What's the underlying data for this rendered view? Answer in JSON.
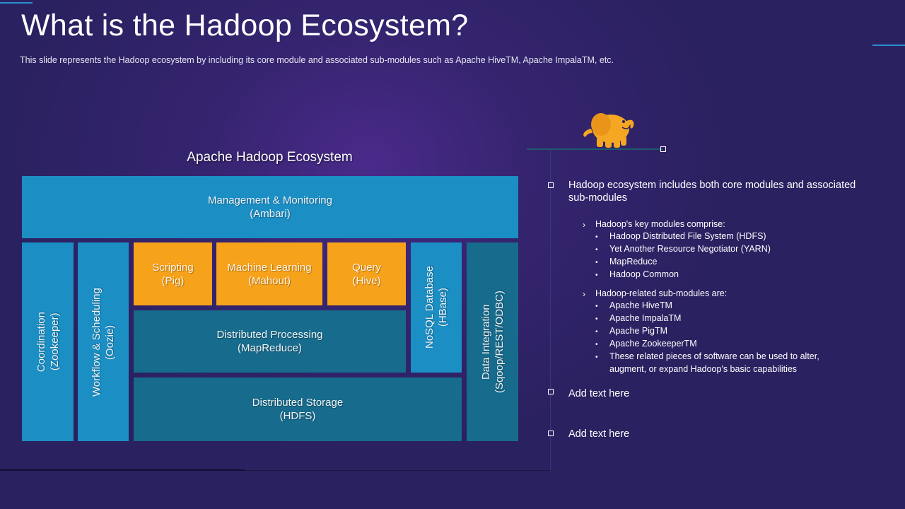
{
  "slide": {
    "title": "What is the Hadoop Ecosystem?",
    "subtitle": "This slide represents the Hadoop ecosystem by including its core module and associated sub-modules such as Apache HiveTM,  Apache ImpalaTM,  etc."
  },
  "diagram": {
    "title": "Apache Hadoop Ecosystem",
    "management": {
      "line1": "Management & Monitoring",
      "line2": "(Ambari)"
    },
    "coordination": {
      "line1": "Coordination",
      "line2": "(Zookeeper)"
    },
    "workflow": {
      "line1": "Workflow & Scheduling",
      "line2": "(Oozie)"
    },
    "scripting": {
      "line1": "Scripting",
      "line2": "(Pig)"
    },
    "ml": {
      "line1": "Machine Learning",
      "line2": "(Mahout)"
    },
    "query": {
      "line1": "Query",
      "line2": "(Hive)"
    },
    "nosql": {
      "line1": "NoSQL Database",
      "line2": "(HBase)"
    },
    "integration": {
      "line1": "Data Integration",
      "line2": "(Sqoop/REST/ODBC)"
    },
    "processing": {
      "line1": "Distributed Processing",
      "line2": "(MapReduce)"
    },
    "storage": {
      "line1": "Distributed Storage",
      "line2": "(HDFS)"
    }
  },
  "panel": {
    "icon": "hadoop-elephant-icon",
    "bullet1": {
      "line1": "Hadoop ecosystem includes both core modules and associated",
      "line2": "sub-modules"
    },
    "group1": {
      "head": "Hadoop's key modules comprise:",
      "items": [
        "Hadoop Distributed File System (HDFS)",
        "Yet Another Resource Negotiator (YARN)",
        "MapReduce",
        "Hadoop Common"
      ]
    },
    "group2": {
      "head": "Hadoop-related  sub-modules are:",
      "items": [
        "Apache HiveTM",
        "Apache ImpalaTM",
        "Apache PigTM",
        "Apache ZookeeperTM",
        "These related pieces of software can be used to alter,",
        "augment, or expand Hadoop's basic capabilities"
      ]
    },
    "bullet2": "Add text here",
    "bullet3": "Add text here"
  },
  "colors": {
    "light_blue": "#1b8ec4",
    "dark_teal": "#176b8c",
    "orange": "#f7a21b",
    "background": "#2a2160"
  }
}
